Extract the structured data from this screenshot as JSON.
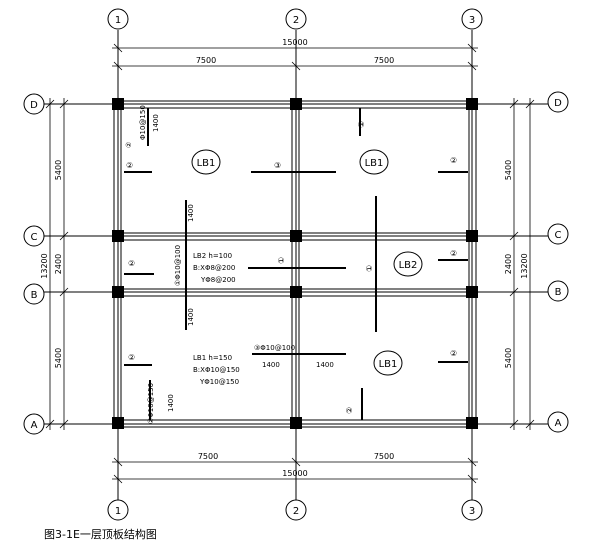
{
  "caption": "图3-1E一层顶板结构图",
  "grid": {
    "top_axes": [
      "1",
      "2",
      "3"
    ],
    "bottom_axes": [
      "1",
      "2",
      "3"
    ],
    "left_axes": [
      "D",
      "C",
      "B",
      "A"
    ],
    "right_axes": [
      "D",
      "C",
      "B",
      "A"
    ]
  },
  "dimensions": {
    "top_total": "15000",
    "top_spans": [
      "7500",
      "7500"
    ],
    "bottom_spans": [
      "7500",
      "7500"
    ],
    "bottom_total": "15000",
    "left_outer": "13200",
    "left_inner": [
      "5400",
      "2400",
      "5400"
    ],
    "right_outer": "13200",
    "right_inner": [
      "5400",
      "2400",
      "5400"
    ]
  },
  "slab_labels": {
    "lb1_top_left": "LB1",
    "lb1_top_right": "LB1",
    "lb2": "LB2",
    "lb1_bottom_right": "LB1"
  },
  "rebar_marks": {
    "m2_tl_label": "②",
    "m2_tl_spec": "Φ10@150",
    "m2_tl_len": "1400",
    "m2_left_top": "②",
    "m3_top": "③",
    "m2_right_top": "②",
    "m2_top_inner": "②",
    "vert_mid_len_top": "1400",
    "m1_vert": "①Φ10@100",
    "m2_middle_left": "②",
    "m2_middle_right": "②",
    "m1_middle_h": "①",
    "m1_middle_v": "①",
    "vert_mid_len_bot": "1400",
    "m2_left_bottom": "②",
    "m3_bottom": "③Φ10@100",
    "m3_bottom_len_l": "1400",
    "m3_bottom_len_r": "1400",
    "m2_right_bottom": "②",
    "m2_bl_spec": "②Φ10@150",
    "m2_bl_len": "1400",
    "m2_bottom_inner": "②"
  },
  "slab_specs": {
    "lb2_line1": "LB2 h=100",
    "lb2_line2": "B:XΦ8@200",
    "lb2_line3": "YΦ8@200",
    "lb1_line1": "LB1 h=150",
    "lb1_line2": "B:XΦ10@150",
    "lb1_line3": "YΦ10@150"
  }
}
